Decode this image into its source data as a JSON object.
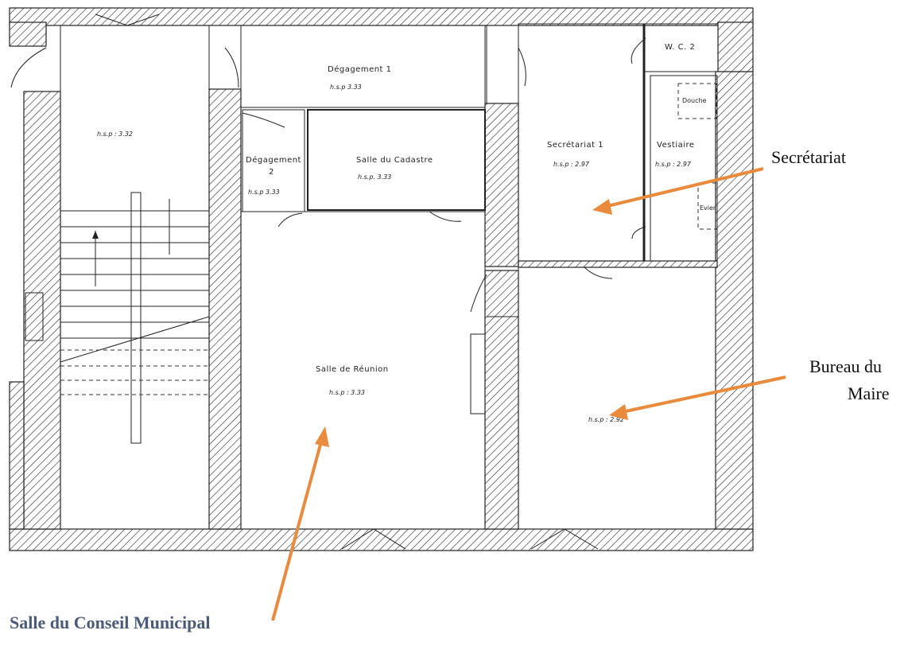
{
  "rooms": {
    "degagement1": {
      "name": "Dégagement 1",
      "hsp": "h.s.p  3.33"
    },
    "stair": {
      "hsp": "h.s.p : 3.32"
    },
    "degagement2": {
      "name_line1": "Dégagement",
      "name_line2": "2",
      "hsp": "h.s.p  3.33"
    },
    "cadastre": {
      "name": "Salle du Cadastre",
      "hsp": "h.s.p.  3.33"
    },
    "secretariat": {
      "name": "Secrétariat 1",
      "hsp": "h.s.p : 2.97"
    },
    "vestiaire": {
      "name": "Vestiaire",
      "hsp": "h.s.p : 2.97"
    },
    "wc": {
      "name": "W. C. 2"
    },
    "douche": {
      "name": "Douche"
    },
    "evier": {
      "name": "Evier"
    },
    "reunion": {
      "name": "Salle  de  Réunion",
      "hsp": "h.s.p : 3.33"
    },
    "maire": {
      "hsp": "h.s.p : 2.92"
    }
  },
  "annotations": {
    "secretariat": "Secrétariat",
    "maire_line1": "Bureau du",
    "maire_line2": "Maire",
    "conseil": "Salle du Conseil Municipal"
  },
  "colors": {
    "arrow": "#e98a3c",
    "conseil_label": "#4a5a78"
  }
}
